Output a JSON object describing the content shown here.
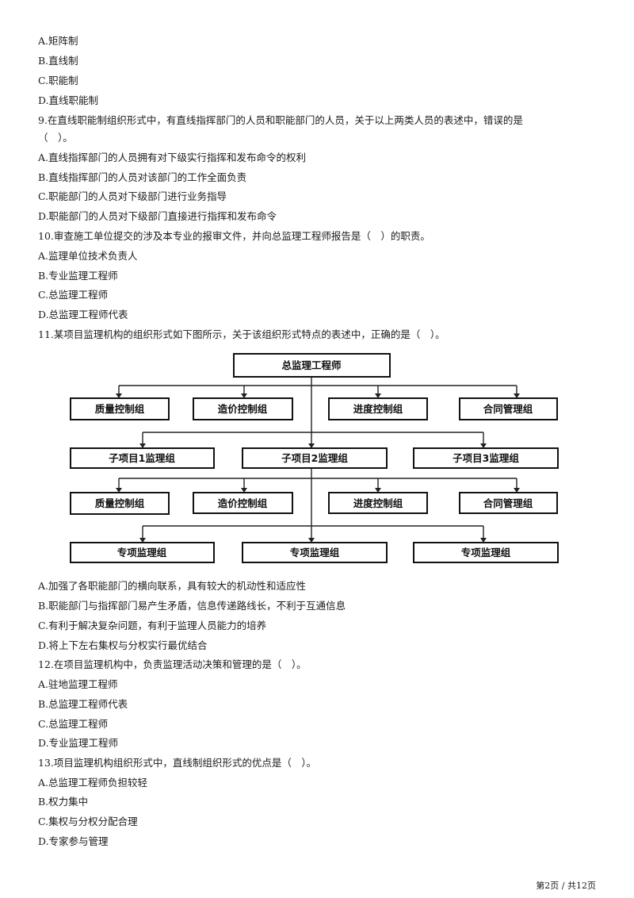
{
  "q8_options": [
    "A.矩阵制",
    "B.直线制",
    "C.职能制",
    "D.直线职能制"
  ],
  "q9": {
    "stem_line1": "9.在直线职能制组织形式中，有直线指挥部门的人员和职能部门的人员，关于以上两类人员的表述中，错误的是",
    "stem_line2": "（　）。",
    "options": [
      "A.直线指挥部门的人员拥有对下级实行指挥和发布命令的权利",
      "B.直线指挥部门的人员对该部门的工作全面负责",
      "C.职能部门的人员对下级部门进行业务指导",
      "D.职能部门的人员对下级部门直接进行指挥和发布命令"
    ]
  },
  "q10": {
    "stem": "10.审查施工单位提交的涉及本专业的报审文件，并向总监理工程师报告是（　）的职责。",
    "options": [
      "A.监理单位技术负责人",
      "B.专业监理工程师",
      "C.总监理工程师",
      "D.总监理工程师代表"
    ]
  },
  "q11": {
    "stem": "11.某项目监理机构的组织形式如下图所示，关于该组织形式特点的表述中，正确的是（　）。",
    "diagram": {
      "top": "总监理工程师",
      "functional_row1": [
        "质量控制组",
        "造价控制组",
        "进度控制组",
        "合同管理组"
      ],
      "subprojects": [
        "子项目1监理组",
        "子项目2监理组",
        "子项目3监理组"
      ],
      "functional_row2": [
        "质量控制组",
        "造价控制组",
        "进度控制组",
        "合同管理组"
      ],
      "specialty": [
        "专项监理组",
        "专项监理组",
        "专项监理组"
      ]
    },
    "options": [
      "A.加强了各职能部门的横向联系，具有较大的机动性和适应性",
      "B.职能部门与指挥部门易产生矛盾，信息传递路线长，不利于互通信息",
      "C.有利于解决复杂问题，有利于监理人员能力的培养",
      "D.将上下左右集权与分权实行最优结合"
    ]
  },
  "q12": {
    "stem": "12.在项目监理机构中，负责监理活动决策和管理的是（　）。",
    "options": [
      "A.驻地监理工程师",
      "B.总监理工程师代表",
      "C.总监理工程师",
      "D.专业监理工程师"
    ]
  },
  "q13": {
    "stem": "13.项目监理机构组织形式中，直线制组织形式的优点是（　）。",
    "options": [
      "A.总监理工程师负担较轻",
      "B.权力集中",
      "C.集权与分权分配合理",
      "D.专家参与管理"
    ]
  },
  "footer": "第2页 / 共12页"
}
